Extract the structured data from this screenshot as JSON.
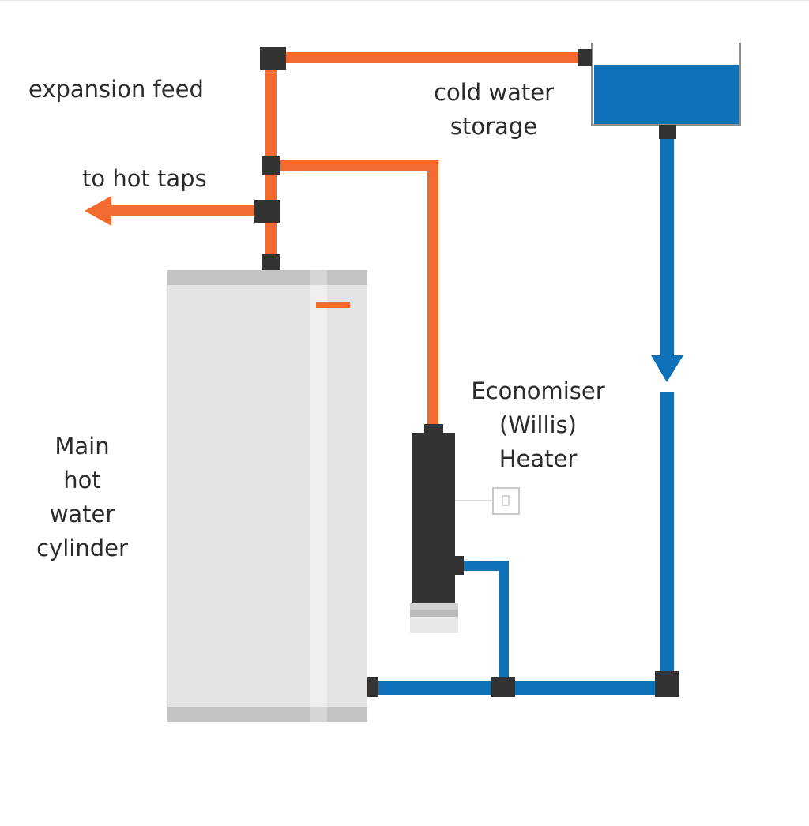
{
  "labels": {
    "expansion_feed": "expansion feed",
    "hot_taps": "to hot taps",
    "cold_storage": [
      "cold water",
      "storage"
    ],
    "economiser": [
      "Economiser",
      "(Willis)",
      "Heater"
    ],
    "main_cylinder": [
      "Main",
      "hot",
      "water",
      "cylinder"
    ]
  },
  "colors": {
    "hot_pipe": "#f26a2e",
    "cold_pipe": "#0f72b9",
    "fitting": "#333333",
    "cylinder_body": "#e4e4e6",
    "cylinder_band": "#c3c4c6",
    "cylinder_stripe": "#efeff0",
    "tank_water": "#0f72b9",
    "tank_wall": "#8f8f8f",
    "switch_outline": "#c8c8c8"
  },
  "icons": [
    "arrow-left-icon",
    "arrow-down-icon"
  ]
}
